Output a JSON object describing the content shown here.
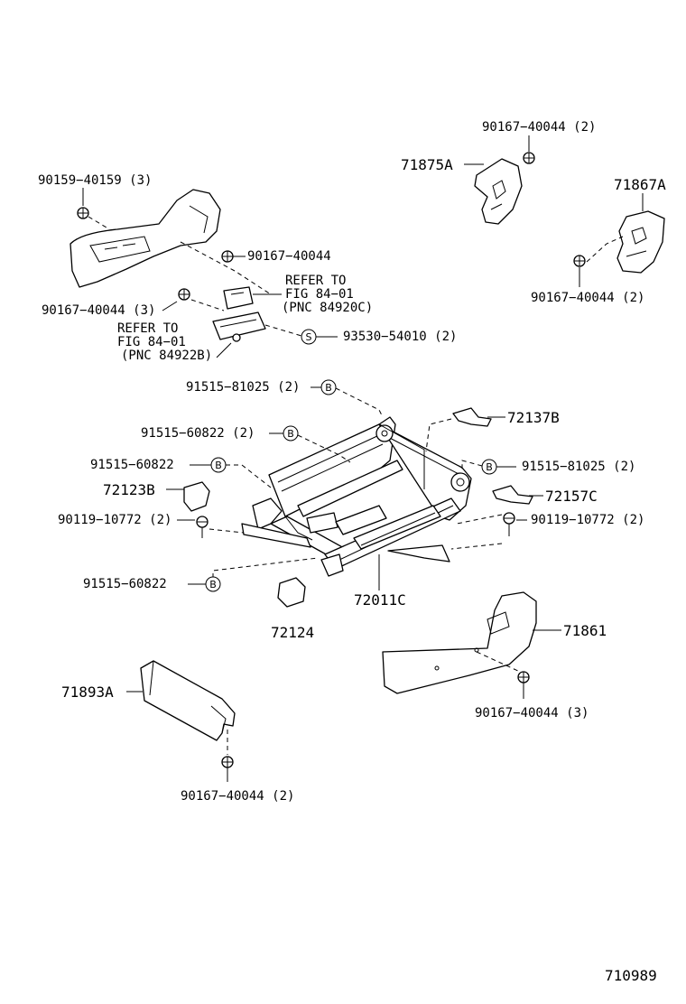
{
  "labels": {
    "p90167_40044_2_top": "90167−40044 (2)",
    "p71875a": "71875A",
    "p71867a": "71867A",
    "p90159_40159_3": "90159−40159 (3)",
    "p90167_40044_mid": "90167−40044",
    "p90167_40044_2_right": "90167−40044 (2)",
    "p90167_40044_3_left": "90167−40044 (3)",
    "refer1_line1": "REFER TO",
    "refer1_line2": "FIG 84−01",
    "refer1_line3": "(PNC 84920C)",
    "refer2_line1": "REFER TO",
    "refer2_line2": "FIG 84−01",
    "refer2_line3": "(PNC 84922B)",
    "p93530_54010_2": "93530−54010 (2)",
    "p91515_81025_2_top": "91515−81025 (2)",
    "p72137b": "72137B",
    "p91515_60822_2": "91515−60822 (2)",
    "p91515_60822_a": "91515−60822",
    "p91515_81025_2_right": "91515−81025 (2)",
    "p72123b": "72123B",
    "p72157c": "72157C",
    "p90119_10772_2_left": "90119−10772 (2)",
    "p90119_10772_2_right": "90119−10772 (2)",
    "p91515_60822_b": "91515−60822",
    "p72011c": "72011C",
    "p72124": "72124",
    "p71861": "71861",
    "p71893a": "71893A",
    "p90167_40044_3_bottom": "90167−40044 (3)",
    "p90167_40044_2_bottom": "90167−40044 (2)",
    "diagram_number": "710989"
  },
  "symbols": {
    "s": "S",
    "b": "B"
  }
}
